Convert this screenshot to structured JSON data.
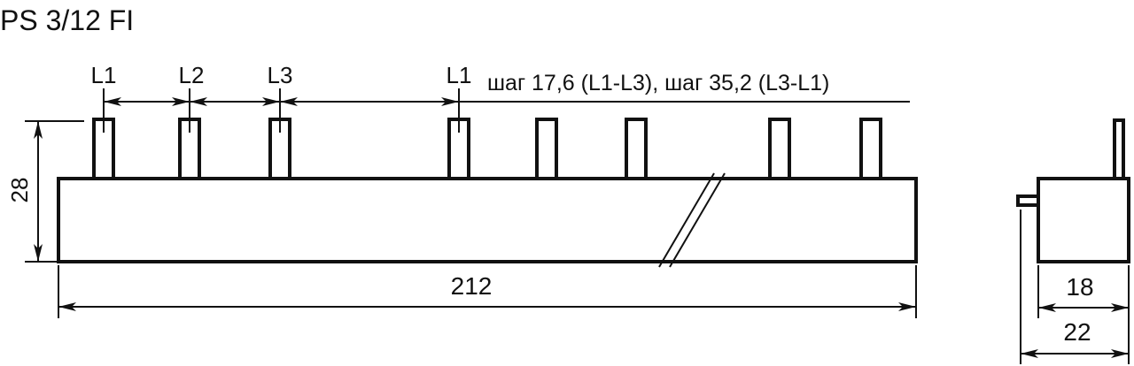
{
  "title": "PS 3/12 FI",
  "phase_labels": [
    "L1",
    "L2",
    "L3",
    "L1"
  ],
  "pitch_note": "шаг 17,6 (L1-L3), шаг 35,2 (L3-L1)",
  "dimensions": {
    "height": "28",
    "length": "212",
    "body_depth": "18",
    "total_depth": "22"
  },
  "colors": {
    "line": "#111111",
    "background": "#ffffff"
  }
}
